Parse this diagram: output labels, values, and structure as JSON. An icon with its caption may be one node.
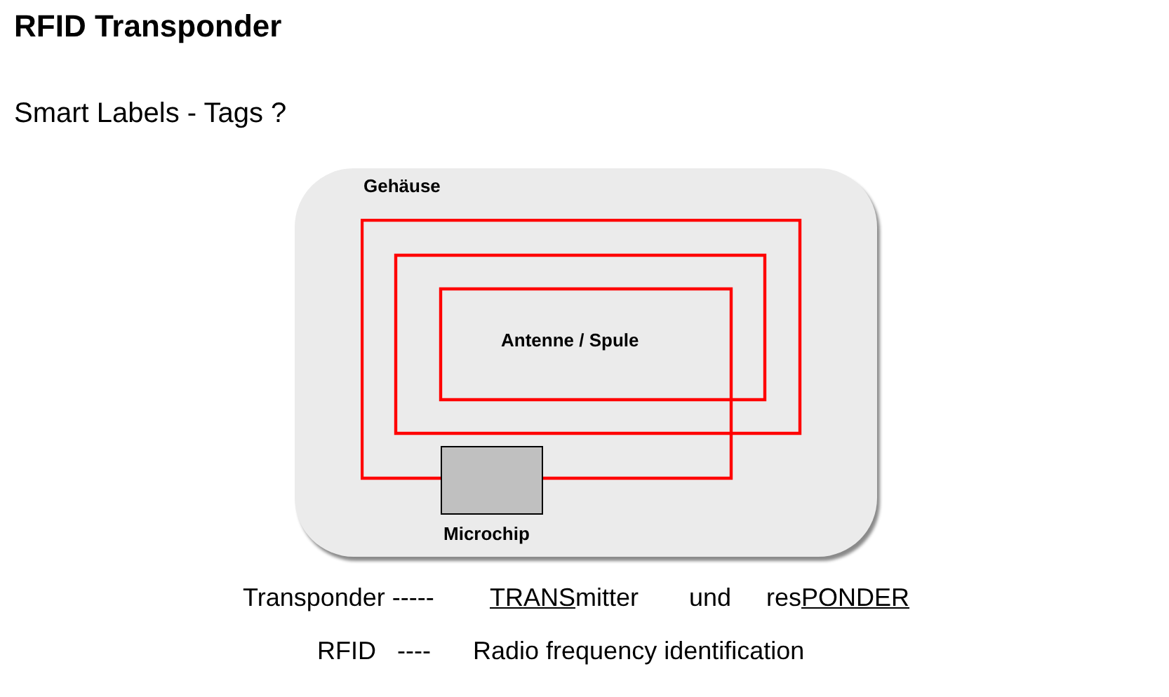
{
  "diagram": {
    "title": "RFID Transponder",
    "nodes": [
      {
        "text": [
          "Gehäuse"
        ]
      },
      {
        "text": [
          "Antenne / Spule"
        ],
        "in": 0
      },
      {
        "text": [
          "Microchip"
        ],
        "in": 0
      }
    ],
    "edges": [],
    "labels": [
      "Smart Labels - Tags ?",
      "Transponder -----",
      "TRANSmitter",
      "und",
      "resPONDER",
      "RFID ----",
      "Radio frequency identification"
    ]
  }
}
